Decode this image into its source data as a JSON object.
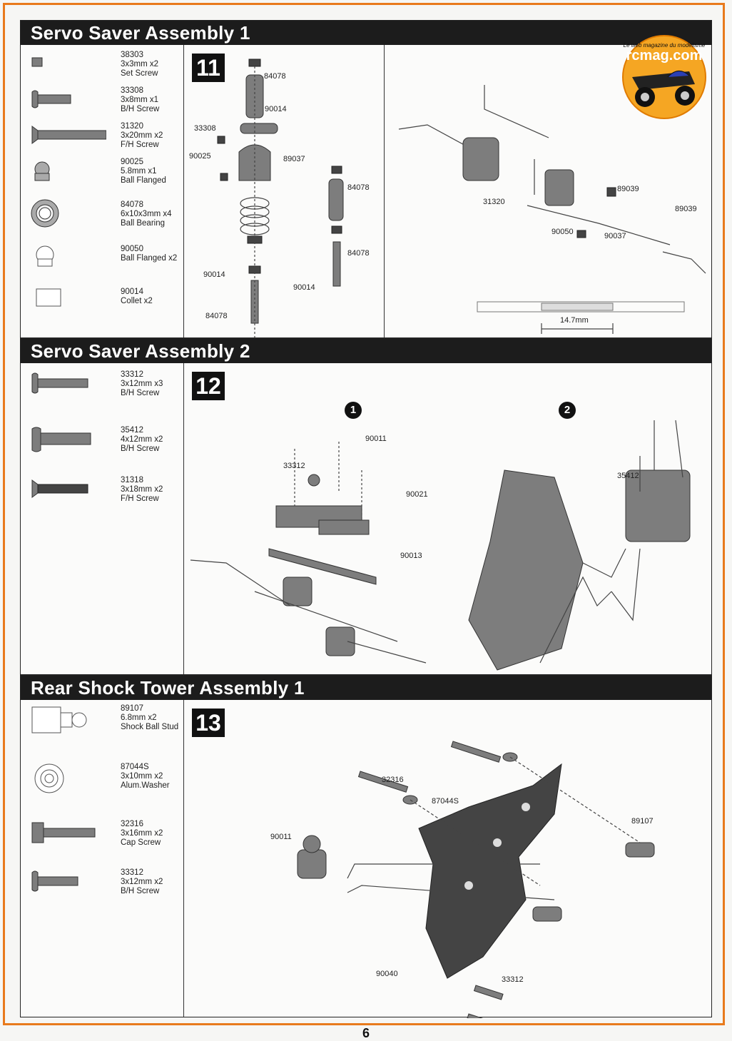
{
  "page_number": "6",
  "logo": {
    "tagline": "Le web magazine du modelisme",
    "brand": "rcmag.com"
  },
  "sections": [
    {
      "title": "Servo Saver Assembly 1",
      "step": "11",
      "parts": [
        {
          "code": "38303",
          "lines": [
            "3x3mm x2",
            "Set Screw"
          ]
        },
        {
          "code": "33308",
          "lines": [
            "3x8mm x1",
            "B/H Screw"
          ]
        },
        {
          "code": "31320",
          "lines": [
            "3x20mm x2",
            "F/H Screw"
          ]
        },
        {
          "code": "90025",
          "lines": [
            "5.8mm x1",
            "Ball Flanged"
          ]
        },
        {
          "code": "84078",
          "lines": [
            "6x10x3mm x4",
            "Ball Bearing"
          ]
        },
        {
          "code": "90050",
          "lines": [
            "Ball Flanged x2"
          ]
        },
        {
          "code": "90014",
          "lines": [
            "Collet x2"
          ]
        }
      ],
      "callouts_left": [
        "84078",
        "90014",
        "33308",
        "90025",
        "89037",
        "84078",
        "84078",
        "90014",
        "90014",
        "84078",
        "90014"
      ],
      "callouts_right": [
        "31320",
        "89039",
        "89039",
        "90050",
        "90037"
      ],
      "dimension": "14.7mm"
    },
    {
      "title": "Servo Saver Assembly 2",
      "step": "12",
      "parts": [
        {
          "code": "33312",
          "lines": [
            "3x12mm x3",
            "B/H Screw"
          ]
        },
        {
          "code": "35412",
          "lines": [
            "4x12mm x2",
            "B/H Screw"
          ]
        },
        {
          "code": "31318",
          "lines": [
            "3x18mm x2",
            "F/H Screw"
          ]
        }
      ],
      "substeps": [
        "1",
        "2"
      ],
      "callouts_left": [
        "90011",
        "33312",
        "90021",
        "90013"
      ],
      "callouts_right": [
        "35412"
      ]
    },
    {
      "title": "Rear Shock Tower Assembly 1",
      "step": "13",
      "parts": [
        {
          "code": "89107",
          "lines": [
            "6.8mm x2",
            "Shock Ball Stud"
          ]
        },
        {
          "code": "87044S",
          "lines": [
            "3x10mm x2",
            "Alum.Washer"
          ]
        },
        {
          "code": "32316",
          "lines": [
            "3x16mm x2",
            "Cap Screw"
          ]
        },
        {
          "code": "33312",
          "lines": [
            "3x12mm x2",
            "B/H Screw"
          ]
        }
      ],
      "callouts": [
        "32316",
        "87044S",
        "89107",
        "90011",
        "90040",
        "33312"
      ]
    }
  ]
}
